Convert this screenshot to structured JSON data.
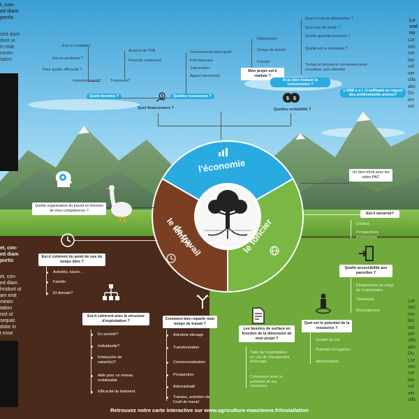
{
  "footer": "Retrouvez notre carte interactive sur www.agriculture-maurienne.fr/installation",
  "wheel": {
    "economie": "l'économie",
    "foncier": "le foncier",
    "temps_line1": "le temps",
    "temps_line2": "de travail"
  },
  "colors": {
    "economie": "#29abe2",
    "foncier": "#78b843",
    "temps": "#6d3a24",
    "pill": "#29abe2"
  },
  "economie": {
    "quels_besoins": "Quels besoins ?",
    "besoins_items": [
      "Est-ce rentable?",
      "Est-ce pertinent ?",
      "Pour quelle efficacité ?"
    ],
    "investissement": "Investissement?",
    "tresorerie": "Trésorerie?",
    "tresorerie_items": [
      "Avance de TVA",
      "Fond de roulement"
    ],
    "quel_financement": "Quel financement ?",
    "quelles_ressources": "Quelles ressources ?",
    "ressources_items": [
      "Financement participatif",
      "Prêt bancaire",
      "Subvention",
      "Apport personnel"
    ],
    "projet_realiste": "Mon projet est-il réaliste ?",
    "realiste_items": [
      "Débouchés",
      "Temps de travail",
      "Foncier"
    ],
    "rentabilite_items": [
      "Quel circuit de distribution ?",
      "Quel prix de vente ?",
      "Quelle quantité produire ?",
      "Quelle est la demande ?",
      "Temps et trésorerie nécessaire pour constituer une clientèle"
    ],
    "concurrence": "Ai-je bien évaluer la concurrence ?",
    "ebe": "L'EBE e s t -il suffisant au regard des prélèvements prévus?",
    "quelle_rentabilite": "Quelles rentabilité ?"
  },
  "temps": {
    "organisation": "Quelle organisation du travail en fonction de mes compétences ?",
    "coherent_temps": "Est-il cohérent du point de vue du temps libre ?",
    "temps_items": [
      "Activités, loisirs ..",
      "Famille",
      "Et demain?"
    ],
    "coherent_structure": "Est-il cohérent avec la structure d'exploitation ?",
    "structure_items": [
      "En société?",
      "Individuelle?",
      "Embauche de salarié(s)?",
      "Aide pour un réseau mobilisable",
      "Efficacité du batiment"
    ],
    "repartir": "Comment bien répartir mon temps de travail ?",
    "repartir_items": [
      "Astreinte élevage",
      "Transformation",
      "Commercialisation",
      "Prospection",
      "Administratif",
      "Travaux, entretien de l'outil de travail"
    ]
  },
  "foncier": {
    "bien_etroit": "Un bien étroit avec les aides PAC",
    "securise": "Est-il sécurisé?",
    "securise_items": [
      "Contrat",
      "Perspectives d'urbanisme"
    ],
    "accessibilite": "Quelle accessibilité aux parcelles ?",
    "accessibilite_items": [
      "Éloignement du siège de l'exploitation",
      "Ténement",
      "Morcellement"
    ],
    "potentiel": "Quel est le potentiel de la ressource ?",
    "potentiel_items": [
      "Qualité du sol",
      "Potentiel d'irrigation",
      "Mécanisation"
    ],
    "besoins_surface": "Les besoins de surface en fonction de la dimension de mon projet ?",
    "surface_items": [
      "Taille de l'exploitation en cas de changement d'élevage",
      "Cohérence avec le potentiel de ma ressource"
    ]
  },
  "left_panel": {
    "top_lines": [
      "sed diam",
      "dunt ut",
      "m erat",
      "minim",
      "tation"
    ],
    "top_head": [
      "t, con-",
      "ed diam",
      "portis"
    ],
    "bottom_head": [
      "et, con-",
      "ed diam",
      "portis"
    ],
    "bottom_lines": [
      "et, con-",
      "ed diam",
      "hcidunt ut",
      "am erat",
      "minim",
      "tation",
      "nisl ut",
      "sequat.",
      "dolor in",
      "t esse"
    ]
  },
  "right_panel": {
    "top_lines": [
      "Lo",
      "sed",
      "no"
    ],
    "mid_lines": [
      "Lor",
      "sec",
      "nor",
      "lao",
      "vol",
      "ver",
      "ulla",
      "alio",
      "Du",
      "ien",
      "vul"
    ],
    "bottom_lines": [
      "Lor",
      "sec",
      "nor",
      "lao",
      "vol",
      "ver",
      "ulla",
      "alio",
      "Du",
      "Lor",
      "sec",
      "nor",
      "lao",
      "vol",
      "ver",
      "ulla"
    ]
  }
}
